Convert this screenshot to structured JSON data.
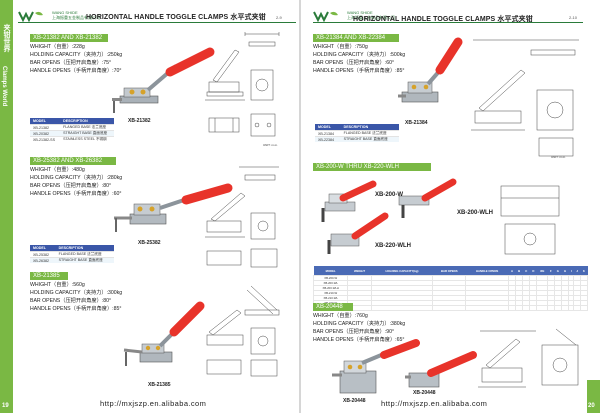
{
  "header": {
    "brand_name": "WANG SHIDE",
    "brand_sub": "上海振重五金制品有限公司",
    "title": "HORIZONTAL HANDLE TOGGLE CLAMPS 水平式夹钳",
    "code_left": "2-9",
    "code_right": "2-10"
  },
  "left_tab": {
    "text_cn": "夹钳世界",
    "text_en": "Clamps World",
    "page_number": "19"
  },
  "right_page_number": "20",
  "left_page": {
    "section1": {
      "title": "XB-21382 AND XB-21382",
      "specs": [
        "WHIGHT（自重）:228g",
        "HOLDING CAPACITY（夹持力）:250kg",
        "BAR OPENS（压把开启角度）:75°",
        "HANDLE OPENS（手柄开启角度）:70°"
      ],
      "product_label": "XB-21382",
      "model_table": {
        "headers": [
          "MODEL",
          "DESCRIPTION"
        ],
        "rows": [
          [
            "XB-21382",
            "FLANGED BASE 法兰底座"
          ],
          [
            "XB-20382",
            "STRAIGHT BASE 直面底座"
          ],
          [
            "XB-21382-SS",
            "STAINLESS STEEL 不锈钢"
          ]
        ]
      },
      "unit_note": "UNIT: m.m."
    },
    "section2": {
      "title": "XB-25382 AND XB-26382",
      "specs": [
        "WHIGHT（自重）:480g",
        "HOLDING CAPACITY（夹持力）:280kg",
        "BAR OPENS（压把开启角度）:80°",
        "HANDLE OPENS（手柄开启角度）:60°"
      ],
      "product_label": "XB-25382",
      "model_table": {
        "headers": [
          "MODEL",
          "DESCRIPTION"
        ],
        "rows": [
          [
            "XB-25382",
            "FLANGED BASE 法兰底座"
          ],
          [
            "XB-26382",
            "STRAIGHT BASE 直面底座"
          ]
        ]
      }
    },
    "section3": {
      "title": "XB-21385",
      "specs": [
        "WHIGHT（自重）:560g",
        "HOLDING CAPACITY（夹持力）:300kg",
        "BAR OPENS（压把开启角度）:80°",
        "HANDLE OPENS（手柄开启角度）:85°"
      ],
      "product_label": "XB-21385"
    },
    "url": "http://mxjszp.en.alibaba.com"
  },
  "right_page": {
    "section1": {
      "title": "XB-21384 AND XB-22384",
      "specs": [
        "WHIGHT（自重）:750g",
        "HOLDING CAPACITY（夹持力）:500kg",
        "BAR OPENS（压把开启角度）:60°",
        "HANDLE OPENS（手柄开启角度）:85°"
      ],
      "product_label": "XB-21384",
      "model_table": {
        "headers": [
          "MODEL",
          "DESCRIPTION"
        ],
        "rows": [
          [
            "XB-21384",
            "FLANGED BASE 法兰底座"
          ],
          [
            "XB-22384",
            "STRAIGHT BASE 直面底座"
          ]
        ]
      },
      "unit_note": "UNIT: m.m."
    },
    "section2": {
      "title": "XB-200-W THRU XB-220-WLH",
      "labels": [
        "XB-200-W",
        "XB-200-WLH",
        "XB-220-WLH"
      ],
      "table": {
        "headers": [
          "MODEL",
          "WEIGHT",
          "HOLDING CAPACITY(kg)",
          "BAR OPENS",
          "HANDLE OPENS",
          "A",
          "B",
          "C",
          "D",
          "ØE",
          "F",
          "G",
          "H",
          "I",
          "J",
          "K"
        ],
        "rows": [
          [
            "XB-200-W",
            "",
            "",
            "",
            "",
            "",
            "",
            "",
            "",
            "",
            "",
            "",
            "",
            "",
            "",
            ""
          ],
          [
            "XB-200-WL",
            "",
            "",
            "",
            "",
            "",
            "",
            "",
            "",
            "",
            "",
            "",
            "",
            "",
            "",
            ""
          ],
          [
            "XB-200-WLH",
            "",
            "",
            "",
            "",
            "",
            "",
            "",
            "",
            "",
            "",
            "",
            "",
            "",
            "",
            ""
          ],
          [
            "XB-210-W",
            "",
            "",
            "",
            "",
            "",
            "",
            "",
            "",
            "",
            "",
            "",
            "",
            "",
            "",
            ""
          ],
          [
            "XB-210-WL",
            "",
            "",
            "",
            "",
            "",
            "",
            "",
            "",
            "",
            "",
            "",
            "",
            "",
            "",
            ""
          ],
          [
            "XB-220-W",
            "",
            "",
            "",
            "",
            "",
            "",
            "",
            "",
            "",
            "",
            "",
            "",
            "",
            "",
            ""
          ],
          [
            "XB-220-WLH",
            "",
            "",
            "",
            "",
            "",
            "",
            "",
            "",
            "",
            "",
            "",
            "",
            "",
            "",
            ""
          ]
        ]
      }
    },
    "section3": {
      "title": "XB-20448",
      "specs": [
        "WHIGHT（自重）:760g",
        "HOLDING CAPACITY（夹持力）:380kg",
        "BAR OPENS（压把开启角度）:90°",
        "HANDLE OPENS（手柄开启角度）:65°"
      ],
      "product_labels": [
        "XB-20448",
        "XB-20448"
      ]
    },
    "url": "http://mxjszp.en.alibaba.com"
  },
  "colors": {
    "green": "#7ab844",
    "dark_green": "#2a7b3a",
    "table_blue": "#3a56a8",
    "handle_red": "#e8332a",
    "steel": "#9aa3ab"
  }
}
